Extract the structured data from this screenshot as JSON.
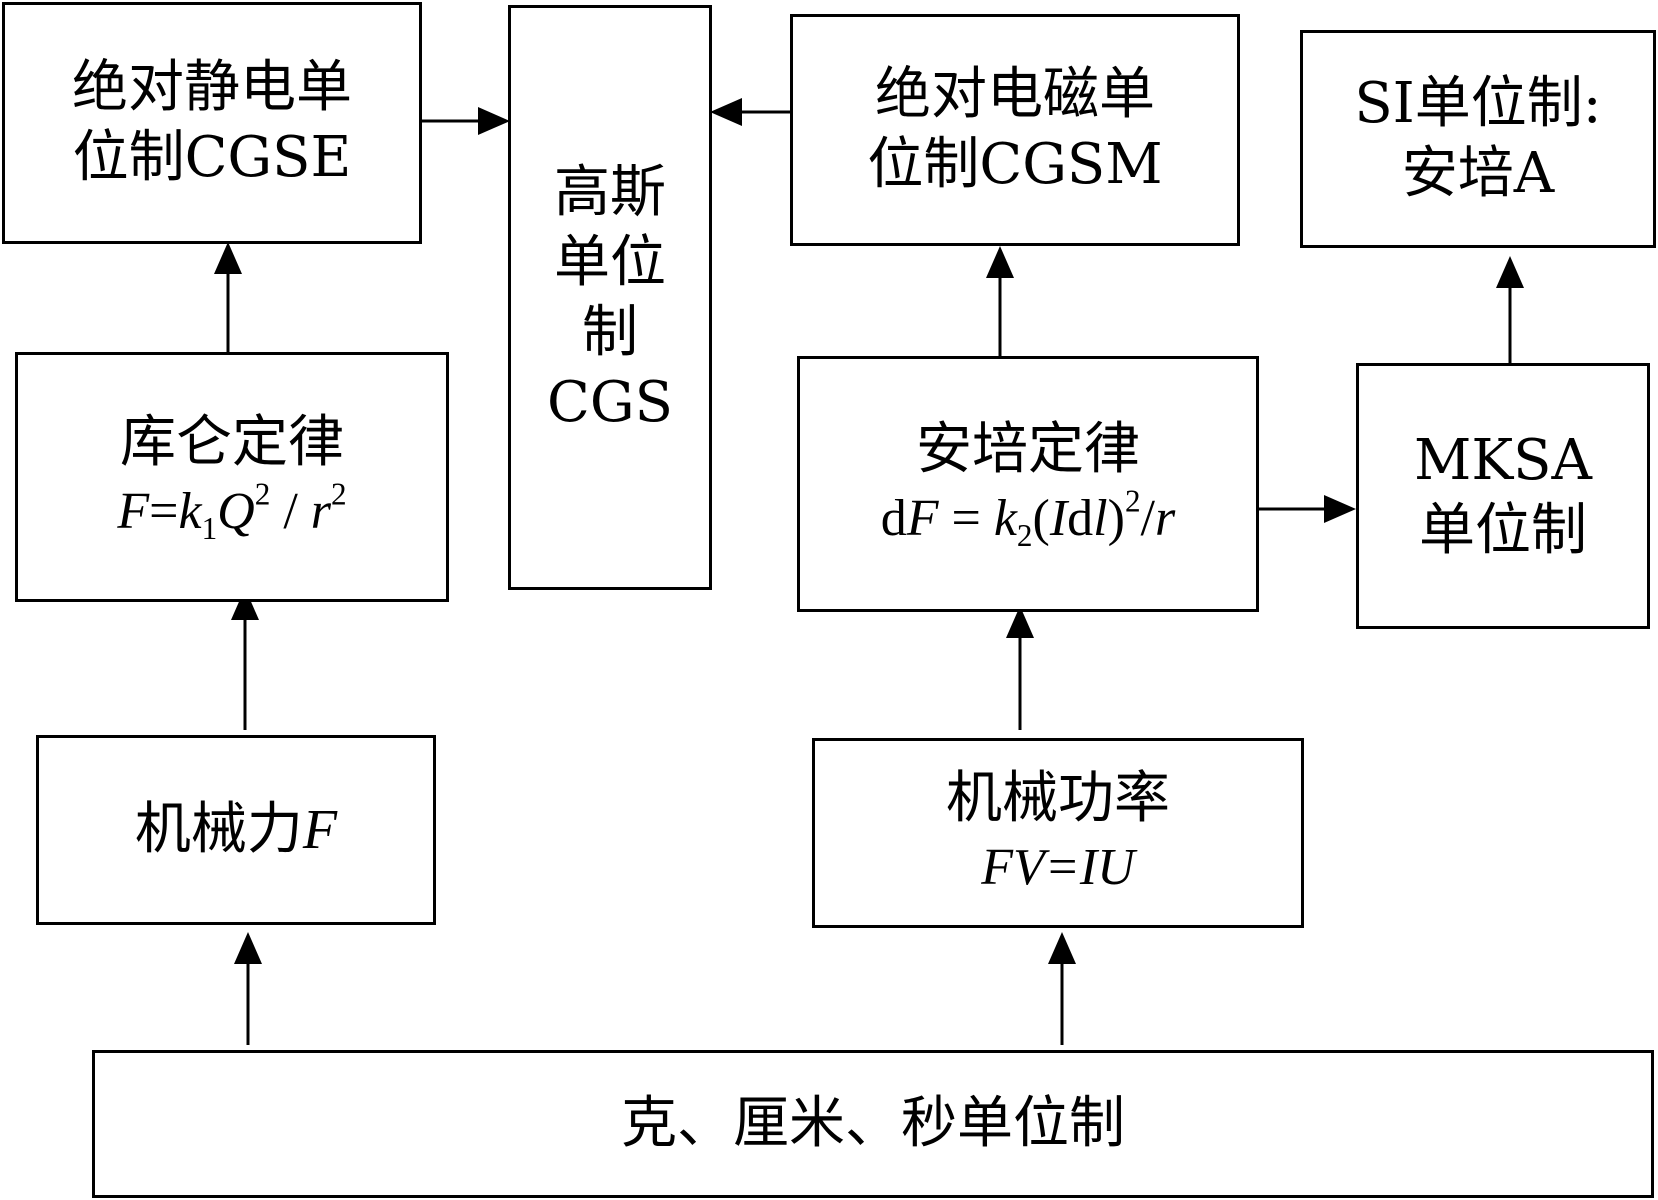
{
  "diagram": {
    "cgse": {
      "line1": "绝对静电单",
      "line2": "位制CGSE"
    },
    "cgs": {
      "line1": "高斯",
      "line2": "单位",
      "line3": "制",
      "line4": "CGS"
    },
    "cgsm": {
      "line1": "绝对电磁单",
      "line2": "位制CGSM"
    },
    "si": {
      "line1": "SI单位制:",
      "line2": "安培A"
    },
    "coulomb": {
      "title": "库仑定律",
      "formula": {
        "F": "F",
        "eq": "=",
        "k": "k",
        "k_sub": "1",
        "Q": "Q",
        "Q_sup": "2",
        "div": " / ",
        "r": "r",
        "r_sup": "2"
      }
    },
    "ampere": {
      "title": "安培定律",
      "formula": {
        "d1": "d",
        "F": "F",
        "eq": " = ",
        "k": "k",
        "k_sub": "2",
        "lp": "(",
        "I": "I",
        "d2": "d",
        "l": "l",
        "rp": ")",
        "sup": "2",
        "slash": "/",
        "r": "r"
      }
    },
    "mksa": {
      "line1": "MKSA",
      "line2": "单位制"
    },
    "mech_force": {
      "text": "机械力",
      "F": "F"
    },
    "mech_power": {
      "title": "机械功率",
      "formula": "FV=IU"
    },
    "base": {
      "text": "克、厘米、秒单位制"
    }
  },
  "colors": {
    "stroke": "#000000",
    "background": "#ffffff"
  }
}
